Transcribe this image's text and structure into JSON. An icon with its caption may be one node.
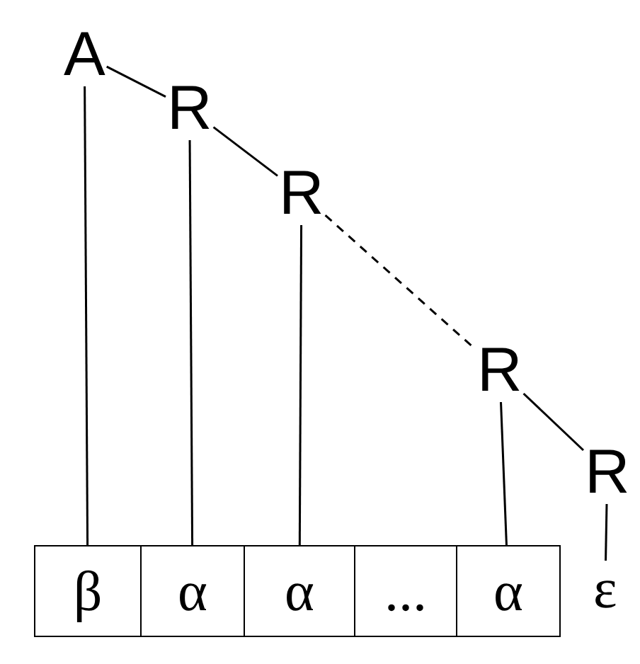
{
  "diagram": {
    "nodes": [
      {
        "text": [
          "A"
        ]
      },
      {
        "text": [
          "R"
        ]
      },
      {
        "text": [
          "R"
        ]
      },
      {
        "text": [
          "R"
        ]
      },
      {
        "text": [
          "R"
        ]
      },
      {
        "text": [
          "β"
        ]
      },
      {
        "text": [
          "α"
        ]
      },
      {
        "text": [
          "α"
        ]
      },
      {
        "text": [
          "..."
        ]
      },
      {
        "text": [
          "α"
        ]
      },
      {
        "text": [
          "ε"
        ]
      }
    ],
    "edges": [
      {
        "from": 0,
        "to": 1,
        "arrow": "none"
      },
      {
        "from": 1,
        "to": 2,
        "arrow": "none"
      },
      {
        "from": 2,
        "to": 3,
        "arrow": "none",
        "style": "dashed"
      },
      {
        "from": 3,
        "to": 4,
        "arrow": "none"
      },
      {
        "from": 0,
        "to": 5,
        "arrow": "none"
      },
      {
        "from": 1,
        "to": 6,
        "arrow": "none"
      },
      {
        "from": 2,
        "to": 7,
        "arrow": "none"
      },
      {
        "from": 3,
        "to": 9,
        "arrow": "none"
      },
      {
        "from": 4,
        "to": 10,
        "arrow": "none"
      }
    ]
  }
}
